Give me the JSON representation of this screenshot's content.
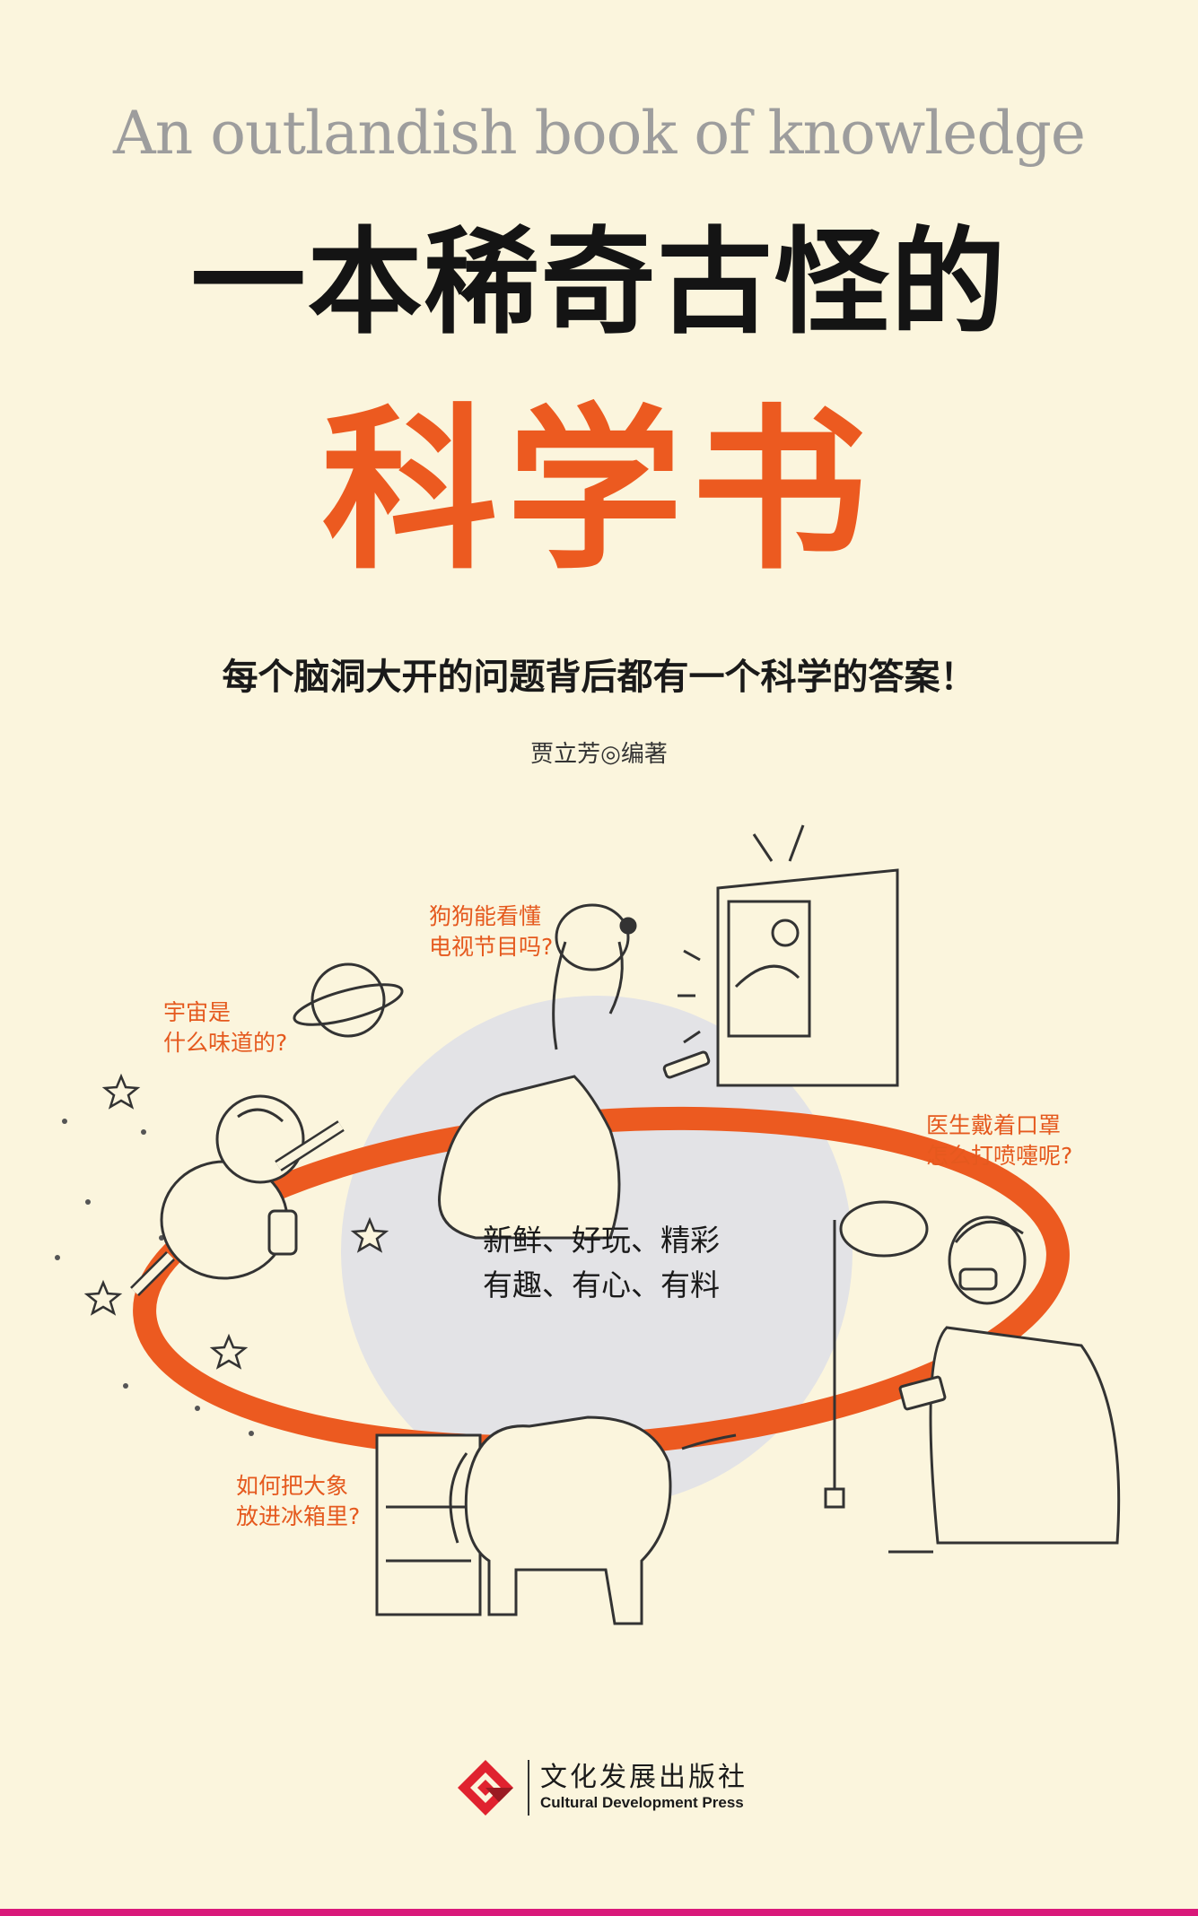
{
  "cover": {
    "subtitle_en": "An outlandish book of knowledge",
    "title_line1": "一本稀奇古怪的",
    "title_line2": "科学书",
    "tagline": "每个脑洞大开的问题背后都有一个科学的答案！",
    "author": "贾立芳◎编著"
  },
  "questions": {
    "space_line1": "宇宙是",
    "space_line2": "什么味道的?",
    "dog_line1": "狗狗能看懂",
    "dog_line2": "电视节目吗?",
    "doctor_line1": "医生戴着口罩",
    "doctor_line2": "怎么打喷嚏呢?",
    "elephant_line1": "如何把大象",
    "elephant_line2": "放进冰箱里?"
  },
  "center": {
    "line1": "新鲜、好玩、精彩",
    "line2": "有趣、有心、有料"
  },
  "publisher": {
    "name_cn": "文化发展出版社",
    "name_en": "Cultural Development Press"
  },
  "icons": [
    "planet-icon",
    "star-icon",
    "publisher-logo-icon"
  ],
  "colors": {
    "background": "#fbf5dd",
    "accent_orange": "#ec5a20",
    "title_black": "#141414",
    "circle_gray": "#e3e3e6",
    "bottom_bar": "#d9187a"
  }
}
